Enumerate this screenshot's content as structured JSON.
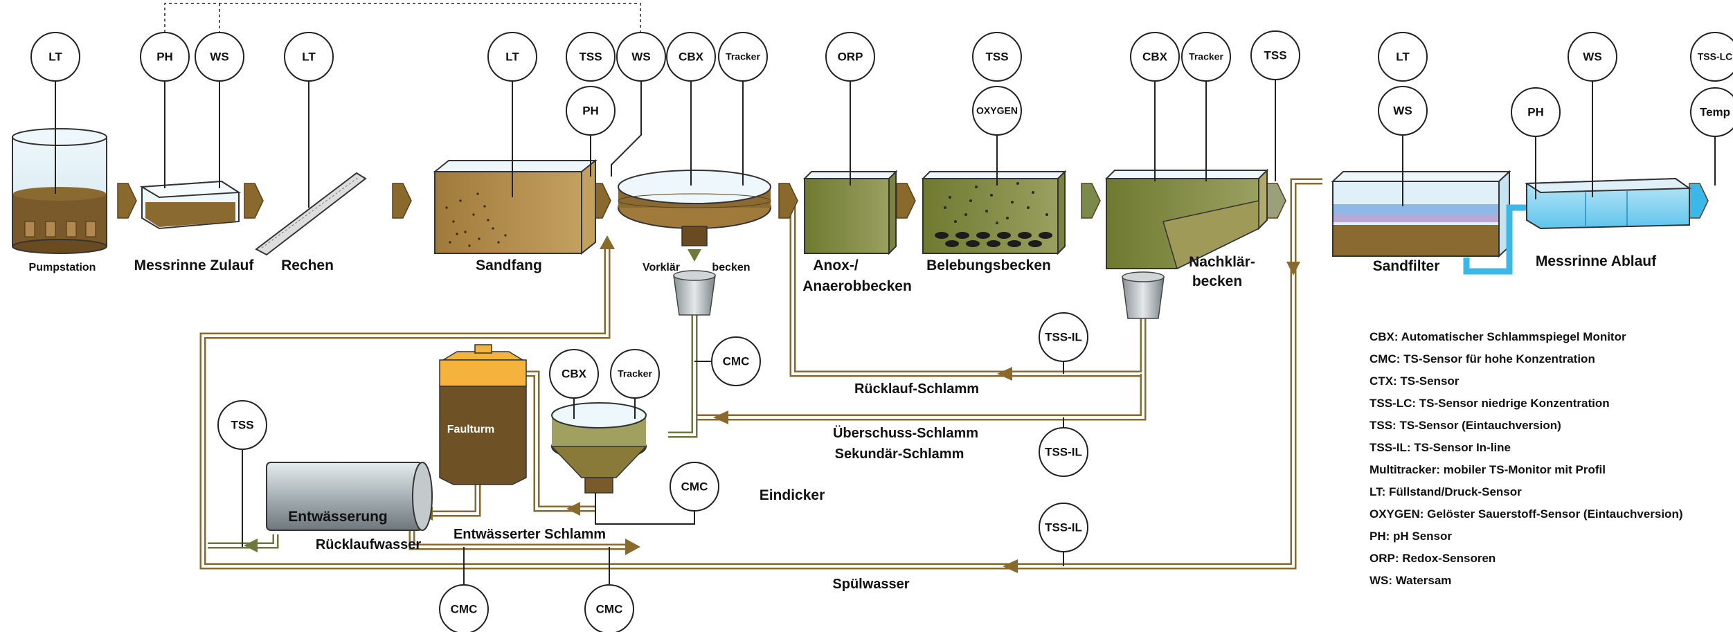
{
  "stages": {
    "pumpstation": "Pumpstation",
    "messrinne_zulauf": "Messrinne Zulauf",
    "rechen": "Rechen",
    "sandfang": "Sandfang",
    "vorklaer_a": "Vorklär",
    "vorklaer_b": "becken",
    "anox_1": "Anox-/",
    "anox_2": "Anaerobbecken",
    "belebung": "Belebungsbecken",
    "nachklaer_1": "Nachklär-",
    "nachklaer_2": "becken",
    "sandfilter": "Sandfilter",
    "messrinne_ablauf": "Messrinne Ablauf",
    "faulturm": "Faulturm",
    "entwaesserung": "Entwässerung",
    "eindicker": "Eindicker"
  },
  "flows": {
    "ruecklauf_schlamm": "Rücklauf-Schlamm",
    "ueberschuss_schlamm": "Überschuss-Schlamm",
    "sekundaer_schlamm": "Sekundär-Schlamm",
    "ruecklaufwasser": "Rücklaufwasser",
    "entwaesserter_schlamm": "Entwässerter Schlamm",
    "spuelwasser": "Spülwasser"
  },
  "sensors": {
    "lt": "LT",
    "ph": "PH",
    "ws": "WS",
    "tss": "TSS",
    "cbx": "CBX",
    "tracker": "Tracker",
    "orp": "ORP",
    "oxygen": "OXYGEN",
    "tss_lc": "TSS-LC",
    "temp": "Temp",
    "tss_il": "TSS-IL",
    "cmc": "CMC"
  },
  "legend": [
    "CBX: Automatischer Schlammspiegel Monitor",
    "CMC: TS-Sensor für hohe Konzentration",
    "CTX: TS-Sensor",
    "TSS-LC: TS-Sensor niedrige Konzentration",
    "TSS: TS-Sensor (Eintauchversion)",
    "TSS-IL: TS-Sensor In-line",
    "Multitracker:  mobiler TS-Monitor mit Profil",
    "LT: Füllstand/Druck-Sensor",
    "OXYGEN: Gelöster Sauerstoff-Sensor (Eintauchversion)",
    "PH: pH Sensor",
    "ORP: Redox-Sensoren",
    "WS: Watersam"
  ],
  "colors": {
    "pipe_brown": "#8a6a2c",
    "pipe_green": "#6e7a3c",
    "sludge_brown": "#7a5a2a",
    "water_light": "#dff0f8",
    "water_blue": "#3cb8e8",
    "digester_top": "#f3b33d",
    "digester_body": "#6e5226",
    "dewater_gray": "#9aa4a8"
  }
}
